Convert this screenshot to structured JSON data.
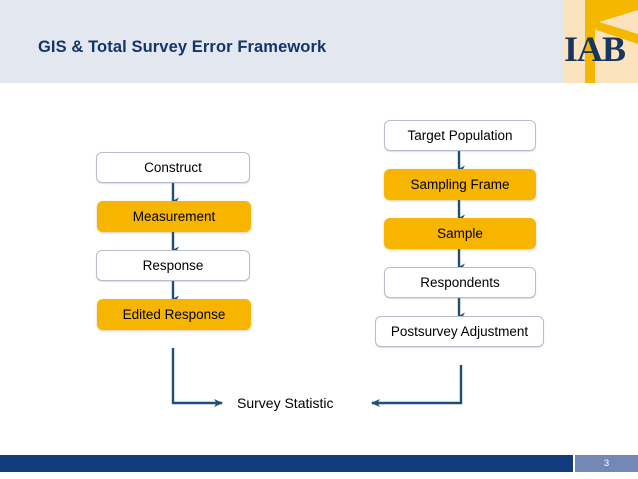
{
  "slide": {
    "title": "GIS & Total Survey Error Framework",
    "page_number": "3",
    "colors": {
      "header_bg": "#e3e7ef",
      "title_text": "#14346b",
      "gold_node": "#f7b500",
      "white_node": "#ffffff",
      "arrow": "#1f4e79",
      "footer_bar": "#123d7c",
      "footer_page_bg": "#7388b5",
      "logo_bg": "#fbe3bd",
      "logo_mark": "#f5b800",
      "logo_text": "#17355f"
    }
  },
  "logo": {
    "text": "IAB",
    "icon": "iab-triangle-mark"
  },
  "diagram": {
    "measurement_column": [
      {
        "label": "Construct",
        "style": "white"
      },
      {
        "label": "Measurement",
        "style": "gold"
      },
      {
        "label": "Response",
        "style": "white"
      },
      {
        "label": "Edited Response",
        "style": "gold"
      }
    ],
    "representation_column": [
      {
        "label": "Target Population",
        "style": "white"
      },
      {
        "label": "Sampling Frame",
        "style": "gold"
      },
      {
        "label": "Sample",
        "style": "gold"
      },
      {
        "label": "Respondents",
        "style": "white"
      },
      {
        "label": "Postsurvey Adjustment",
        "style": "white"
      }
    ],
    "outcome": {
      "label": "Survey Statistic"
    }
  },
  "footer": {
    "page_number": "3"
  }
}
